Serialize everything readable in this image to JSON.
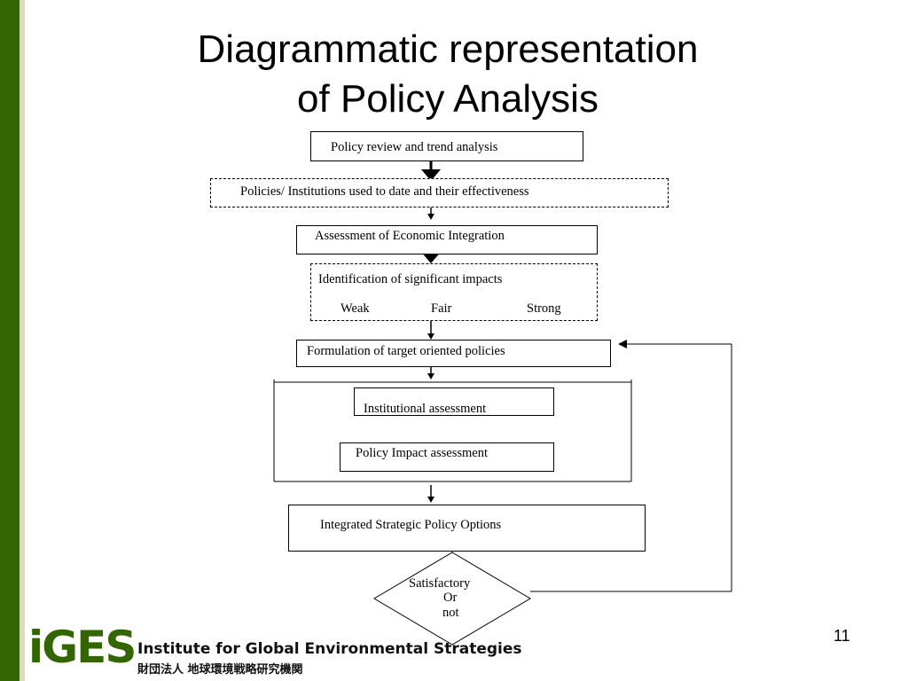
{
  "slide": {
    "title_line1": "Diagrammatic representation",
    "title_line2": "of Policy Analysis",
    "page_number": "11"
  },
  "flow": {
    "policy_review": "Policy review and trend analysis",
    "policies_institutions": "Policies/ Institutions used to date and their effectiveness",
    "assessment_economic": "Assessment of Economic Integration",
    "identification": "Identification of significant impacts",
    "impact_levels": [
      "Weak",
      "Fair",
      "Strong"
    ],
    "formulation": "Formulation of target oriented policies",
    "institutional": "Institutional assessment",
    "policy_impact": "Policy Impact assessment",
    "integrated": "Integrated Strategic Policy Options",
    "decision": [
      "Satisfactory",
      "Or",
      "not"
    ]
  },
  "logo": {
    "mark": "iGES",
    "name": "Institute for Global Environmental Strategies",
    "japanese": "財団法人 地球環境戦略研究機関"
  },
  "colors": {
    "sidebar_green": "#336600",
    "sidebar_light": "#d8dcb8",
    "logo_green": "#336600"
  }
}
